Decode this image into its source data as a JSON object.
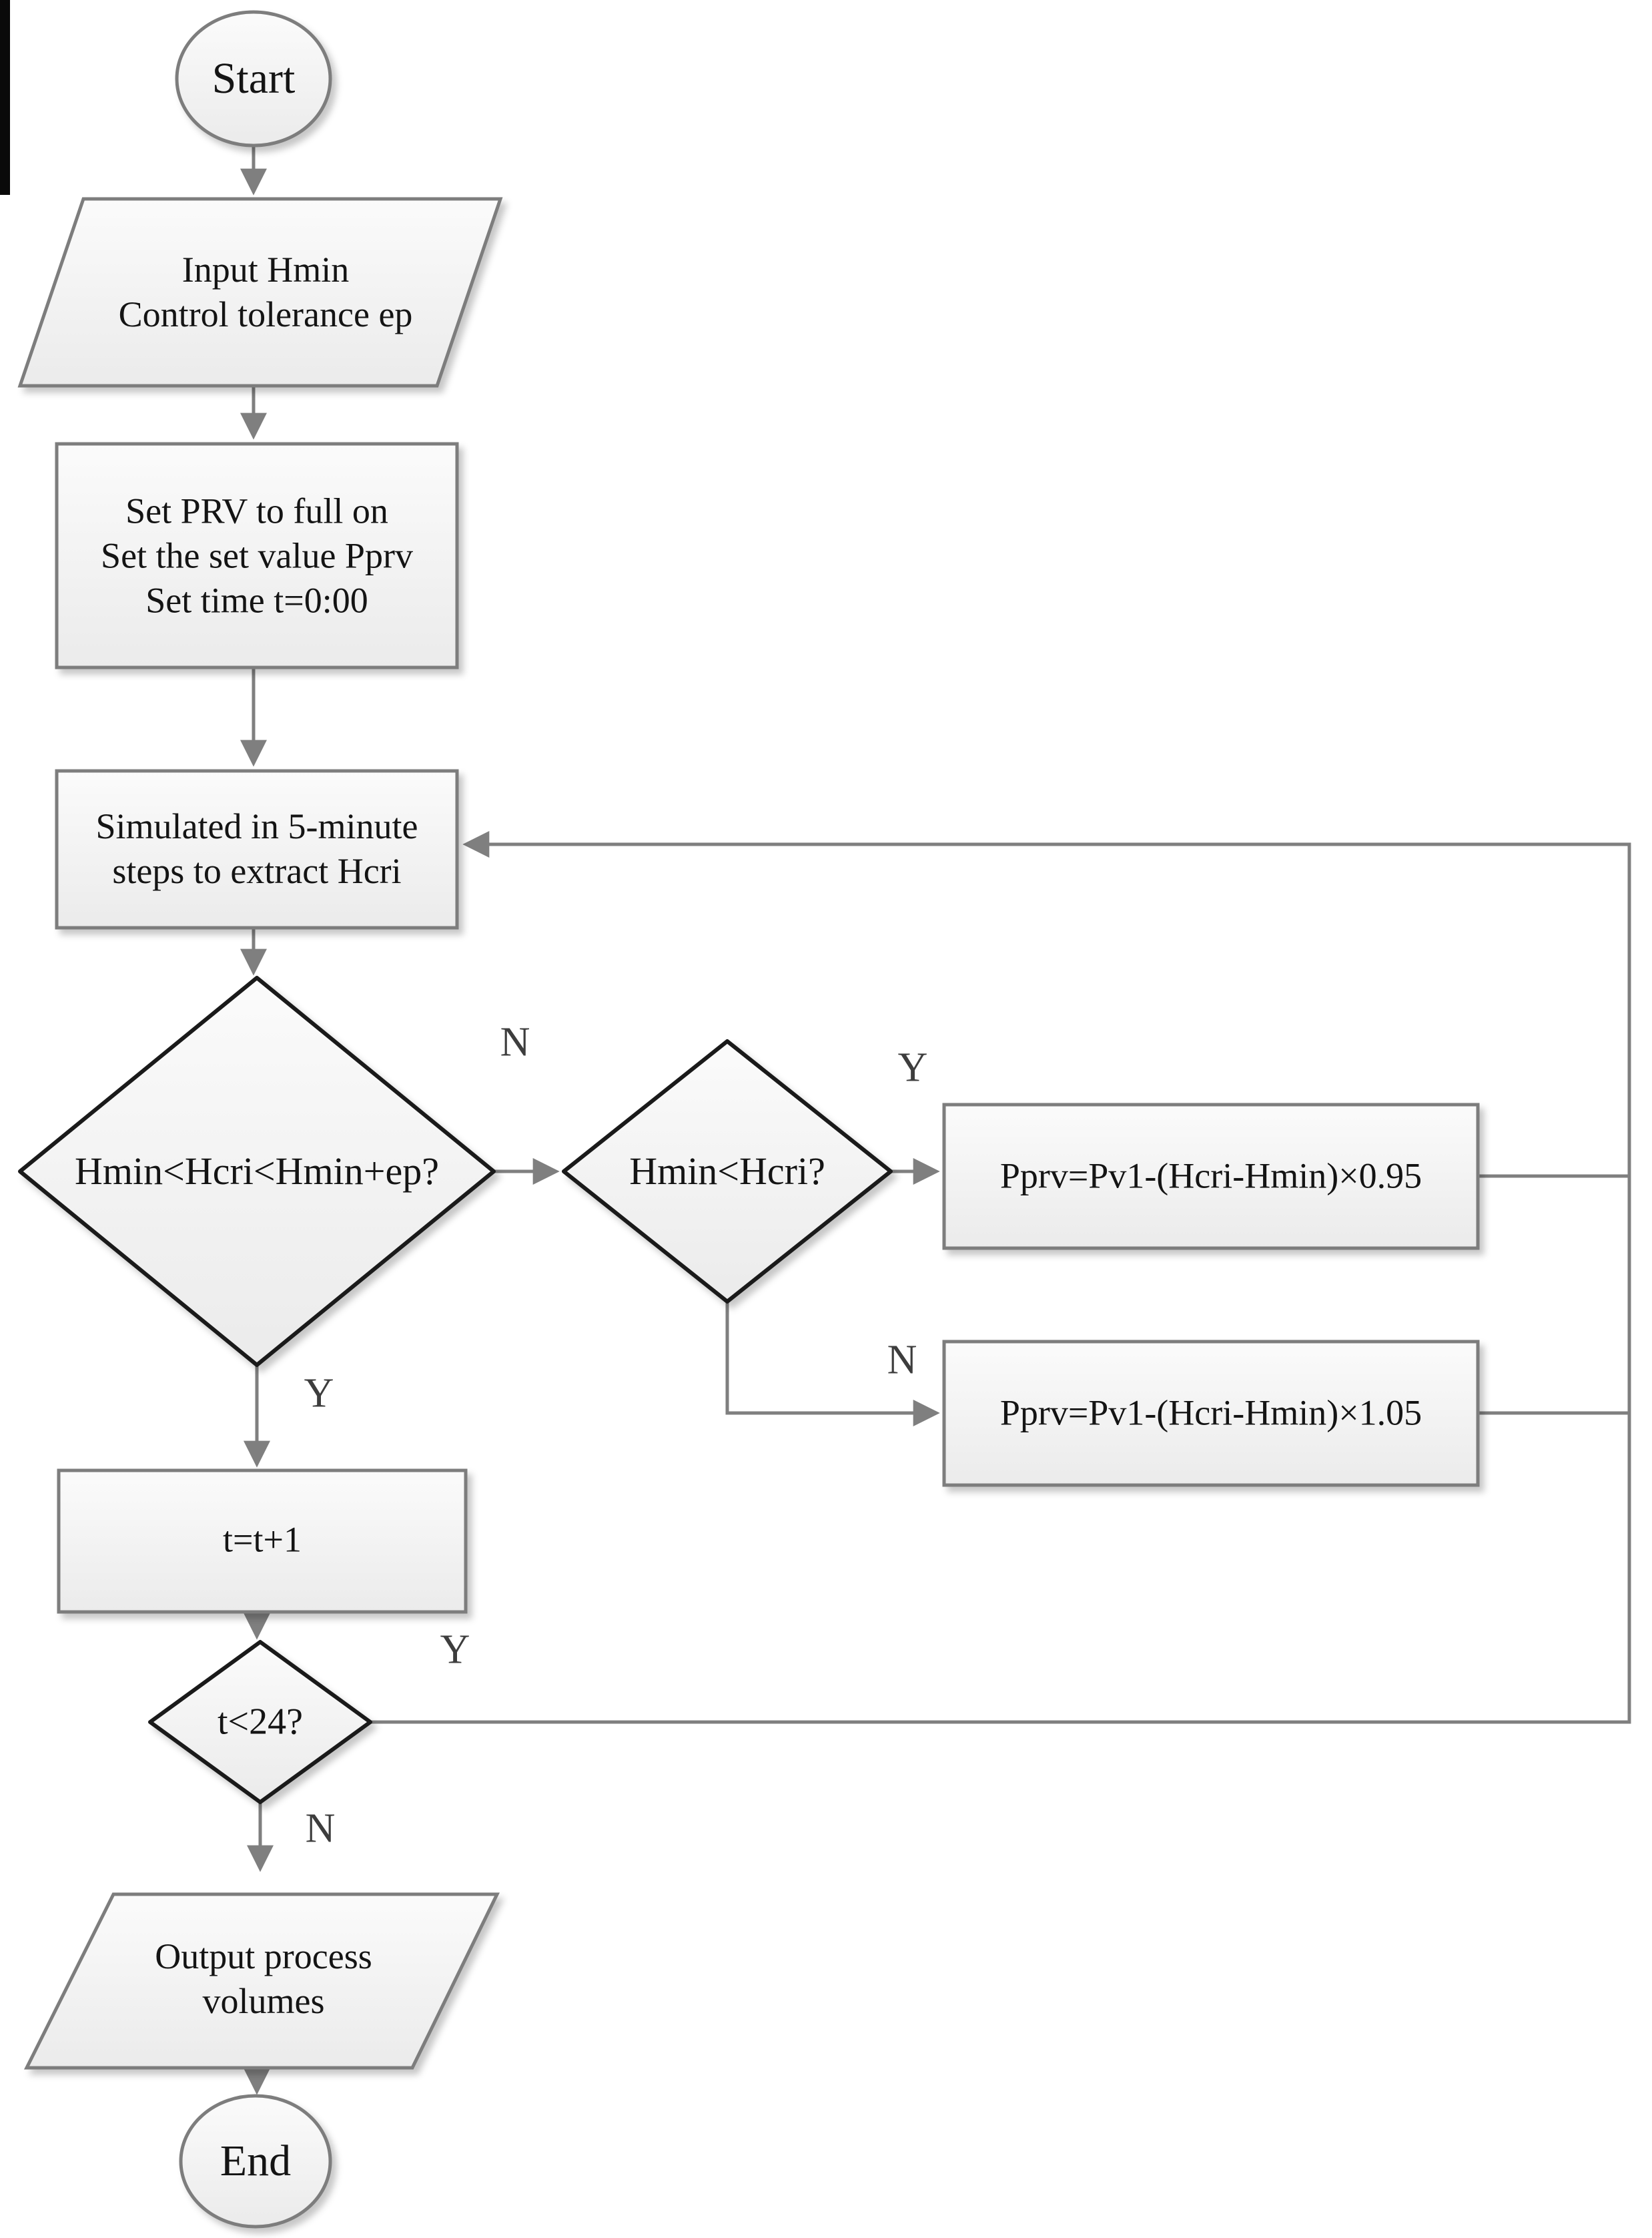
{
  "colors": {
    "background": "#ffffff",
    "node_fill_top": "#fbfbfb",
    "node_fill_bottom": "#ebebeb",
    "node_border": "#7d7d7d",
    "diamond_border": "#1a1a1a",
    "connector": "#7f7f7f",
    "text": "#141414",
    "branch_text": "#3d3d3d"
  },
  "nodes": {
    "start": {
      "type": "terminal",
      "label": "Start"
    },
    "input": {
      "type": "io",
      "label": "Input Hmin\nControl tolerance ep"
    },
    "setup": {
      "type": "process",
      "label": "Set PRV to full on\nSet the set value Pprv\nSet time t=0:00"
    },
    "simulate": {
      "type": "process",
      "label": "Simulated in 5-minute\nsteps to extract Hcri"
    },
    "check_range": {
      "type": "decision",
      "label": "Hmin<Hcri<Hmin+ep?"
    },
    "check_min": {
      "type": "decision",
      "label": "Hmin<Hcri?"
    },
    "adjust_down": {
      "type": "process",
      "label": "Pprv=Pv1-(Hcri-Hmin)×0.95"
    },
    "adjust_up": {
      "type": "process",
      "label": "Pprv=Pv1-(Hcri-Hmin)×1.05"
    },
    "increment": {
      "type": "process",
      "label": "t=t+1"
    },
    "check_time": {
      "type": "decision",
      "label": "t<24?"
    },
    "output": {
      "type": "io",
      "label": "Output process\nvolumes"
    },
    "end": {
      "type": "terminal",
      "label": "End"
    }
  },
  "edges": [
    {
      "from": "start",
      "to": "input",
      "label": ""
    },
    {
      "from": "input",
      "to": "setup",
      "label": ""
    },
    {
      "from": "setup",
      "to": "simulate",
      "label": ""
    },
    {
      "from": "simulate",
      "to": "check_range",
      "label": ""
    },
    {
      "from": "check_range",
      "to": "check_min",
      "label": "N"
    },
    {
      "from": "check_min",
      "to": "adjust_down",
      "label": "Y"
    },
    {
      "from": "check_min",
      "to": "adjust_up",
      "label": "N"
    },
    {
      "from": "check_range",
      "to": "increment",
      "label": "Y"
    },
    {
      "from": "increment",
      "to": "check_time",
      "label": ""
    },
    {
      "from": "check_time",
      "to": "simulate",
      "label": "Y"
    },
    {
      "from": "check_time",
      "to": "output",
      "label": "N"
    },
    {
      "from": "output",
      "to": "end",
      "label": ""
    },
    {
      "from": "adjust_down",
      "to": "simulate",
      "label": ""
    },
    {
      "from": "adjust_up",
      "to": "simulate",
      "label": ""
    }
  ]
}
